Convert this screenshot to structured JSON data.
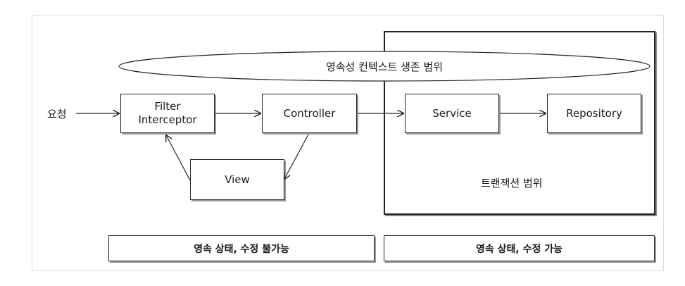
{
  "persistence_context_scope": "영속성 컨텍스트 생존 범위",
  "request_label": "요청",
  "nodes": {
    "filter": [
      "Filter",
      "Interceptor"
    ],
    "controller": "Controller",
    "view": "View",
    "service": "Service",
    "repository": "Repository"
  },
  "transaction_scope": "트랜잭션 범위",
  "bottom": {
    "left": "영속 상태, 수정 불가능",
    "right": "영속 상태, 수정 가능"
  }
}
